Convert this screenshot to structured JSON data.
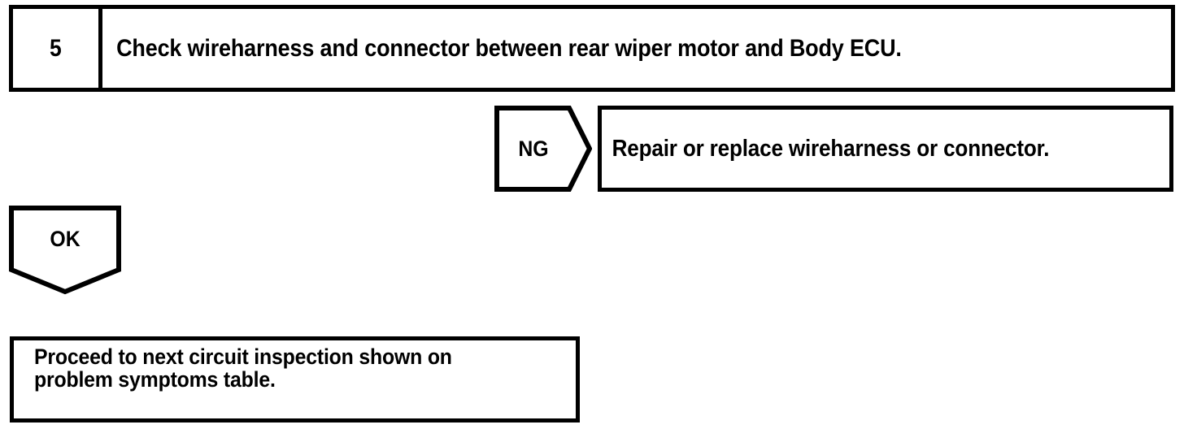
{
  "diagram": {
    "type": "troubleshooting-flowchart",
    "ink_color": "#000000",
    "background_color": "#ffffff",
    "step": {
      "number": "5",
      "instruction": "Check wireharness and connector between rear wiper motor and Body ECU."
    },
    "branches": [
      {
        "tag": "NG",
        "tag_shape": "right-pointing-pentagon",
        "result": "Repair or replace wireharness or connector."
      },
      {
        "tag": "OK",
        "tag_shape": "down-pointing-pentagon",
        "result_line_1": "Proceed to next circuit inspection shown on",
        "result_line_2": "problem symptoms table."
      }
    ]
  }
}
